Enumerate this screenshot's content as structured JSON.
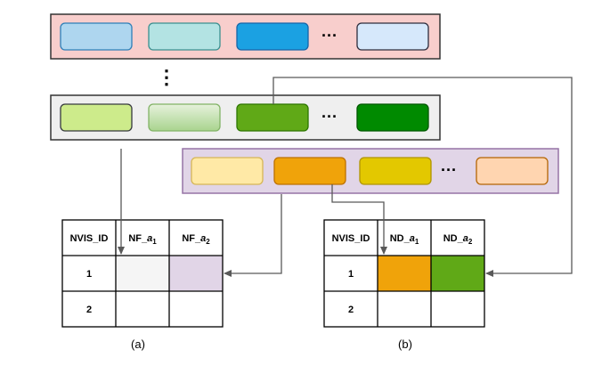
{
  "groups": {
    "blue": {
      "colors": {
        "fill": "#f8cecc",
        "stroke": "#333333"
      },
      "blocks": [
        {
          "fill": "#aed6ef",
          "stroke": "#2d7fb8"
        },
        {
          "fill": "#b3e3e3",
          "stroke": "#3a9090"
        },
        {
          "fill": "#1ba1e2",
          "stroke": "#1665a8"
        },
        {
          "fill": "#d6e8fb",
          "stroke": "#2d2d3d"
        }
      ],
      "ellipsis": "···"
    },
    "green": {
      "colors": {
        "fill": "#efefef",
        "stroke": "#333333"
      },
      "blocks": [
        {
          "fill": "#cdeb8b",
          "stroke": "#36393d"
        },
        {
          "fill": "#a9d48e",
          "stroke": "#82b366"
        },
        {
          "fill": "#60a917",
          "stroke": "#2d7600"
        },
        {
          "fill": "#008a00",
          "stroke": "#005700"
        }
      ],
      "ellipsis": "···"
    },
    "orange": {
      "colors": {
        "fill": "#e1d5e7",
        "stroke": "#9673a6"
      },
      "blocks": [
        {
          "fill": "#ffe9a6",
          "stroke": "#d6b656"
        },
        {
          "fill": "#f0a30a",
          "stroke": "#bd7000"
        },
        {
          "fill": "#e3c800",
          "stroke": "#b09500"
        },
        {
          "fill": "#ffd5b0",
          "stroke": "#b46504"
        }
      ],
      "ellipsis": "···"
    }
  },
  "vertical_ellipsis": "⋮",
  "table_a": {
    "headers": [
      "NVIS_ID",
      "NF_",
      "NF_"
    ],
    "header_italics": [
      "",
      "a",
      "a"
    ],
    "header_subs": [
      "",
      "1",
      "2"
    ],
    "rows": [
      "1",
      "2"
    ],
    "cell_colors": {
      "r1c2": "#f5f5f5",
      "r1c3": "#e1d5e7"
    },
    "caption": "(a)"
  },
  "table_b": {
    "headers": [
      "NVIS_ID",
      "ND_",
      "ND_"
    ],
    "header_italics": [
      "",
      "a",
      "a"
    ],
    "header_subs": [
      "",
      "1",
      "2"
    ],
    "rows": [
      "1",
      "2"
    ],
    "cell_colors": {
      "r1c2": "#f0a30a",
      "r1c3": "#60a917"
    },
    "caption": "(b)"
  },
  "connector_color": "#595959"
}
